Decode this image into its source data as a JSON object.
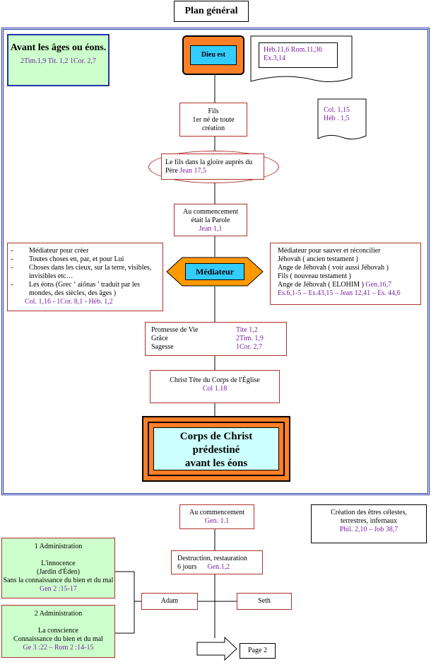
{
  "title": "Plan général",
  "top_left": {
    "title": "Avant les âges ou éons.",
    "refs": "2Tim.1,9  Tit. 1,2  1Cor. 2,7"
  },
  "dieu_label": "Dieu est",
  "doc1": {
    "line1": "Héb.11,6  Rom.11,36",
    "line2": "Ex.3,14"
  },
  "doc2": {
    "line1": "Col. 1,15",
    "line2": "Héb . 1,5"
  },
  "fils": {
    "line1": "Fils",
    "line2": "1er né de toute",
    "line3": "création"
  },
  "gloire": {
    "text": "Le fils dans la gloire auprès du Père",
    "ref": "Jean 17,5"
  },
  "commencement": {
    "line1": "Au commencement",
    "line2": "était la Parole",
    "ref": "Jean 1,1"
  },
  "mediateur": "Médiateur",
  "left_list": {
    "items": [
      "Médiateur pour créer",
      "Toutes choses en, par, et pour Lui",
      "Choses dans les cieux, sur la terre, visibles, invisibles etc…",
      "Les éons (Grec ‘ aiônas ’ traduit par les mondes, des siècles, des âges )"
    ],
    "refs": "Col. 1,16  -  1Cor. 8,1  -  Héb. 1,2"
  },
  "right_list": {
    "lines": [
      "Médiateur pour sauver et réconcilier",
      "Jéhovah ( ancien testament )",
      "Ange de Jéhovah ( voir aussi Jéhovah )",
      "Fils ( nouveau testament )"
    ],
    "last": "Ange de Jéhovah ( ELOHIM )",
    "last_ref": "Gen.16,7",
    "refs": "Es.6,1-5 – Es.43,15 – Jean 12,41 – Es. 44,6"
  },
  "promesse": [
    {
      "label": "Promesse de Vie",
      "ref": "Tite 1,2"
    },
    {
      "label": "Grâce",
      "ref": "2Tim. 1,9"
    },
    {
      "label": "Sagesse",
      "ref": "1Cor. 2,7"
    }
  ],
  "christ_tete": {
    "text": "Christ Tête du Corps de l'Église",
    "ref": "Col 1.18"
  },
  "corps": {
    "line1": "Corps de Christ",
    "line2": "prédestiné",
    "line3": "avant les éons"
  },
  "creation": {
    "text": "Création   des êtres célestes, terrestres, infernaux",
    "ref": "Phil. 2,10 – Job 38,7"
  },
  "gen_commencement": {
    "text": "Au commencement",
    "ref": "Gen. 1.1"
  },
  "destruction": {
    "line1": "Destruction, restauration",
    "days": "6 jours",
    "ref": "Gen.1,2"
  },
  "admin1": {
    "title": "1 Administration",
    "l1": "L'innocence",
    "l2": "(Jardin d'Éden)",
    "l3": "Sans la connaissance du bien et du mal",
    "ref": "Gen 2 :15-17"
  },
  "admin2": {
    "title": "2 Administration",
    "l1": "La conscience",
    "l2": "Connaissance du bien et du mal",
    "ref": "Ge 3 :22 – Rom 2 :14-15"
  },
  "adam": "Adam",
  "seth": "Seth",
  "page2": "Page 2",
  "colors": {
    "border": "#b0322a",
    "ref": "#7b1fa2",
    "orange": "#ff7f27",
    "cyan": "#33ccff",
    "green": "#ccffcc",
    "blue": "#2233aa"
  }
}
